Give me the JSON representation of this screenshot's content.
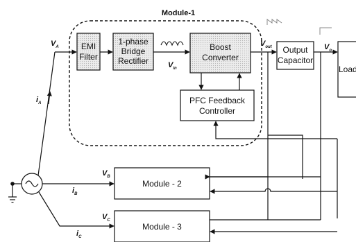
{
  "title": "Module-1",
  "blocks": {
    "emi": [
      "EMI",
      "Filter"
    ],
    "rectifier": [
      "1-phase",
      "Bridge",
      "Rectifier"
    ],
    "boost": [
      "Boost",
      "Converter"
    ],
    "pfc": [
      "PFC Feedback",
      "Controller"
    ],
    "output_cap": [
      "Output",
      "Capacitor"
    ],
    "load": "Load",
    "module2": "Module - 2",
    "module3": "Module - 3"
  },
  "signals": {
    "va": {
      "main": "V",
      "sub": "A"
    },
    "vin": {
      "main": "V",
      "sub": "in"
    },
    "vout": {
      "main": "V",
      "sub": "out"
    },
    "vo": {
      "main": "V",
      "sub": "o"
    },
    "vb": {
      "main": "V",
      "sub": "B"
    },
    "vc": {
      "main": "V",
      "sub": "C"
    },
    "ia": {
      "main": "i",
      "sub": "A"
    },
    "ib": {
      "main": "i",
      "sub": "B"
    },
    "ic": {
      "main": "i",
      "sub": "C"
    }
  },
  "colors": {
    "line": "#111111",
    "block_fill": "#e8e8e8",
    "plain_fill": "#ffffff",
    "waveform": "#888888"
  }
}
